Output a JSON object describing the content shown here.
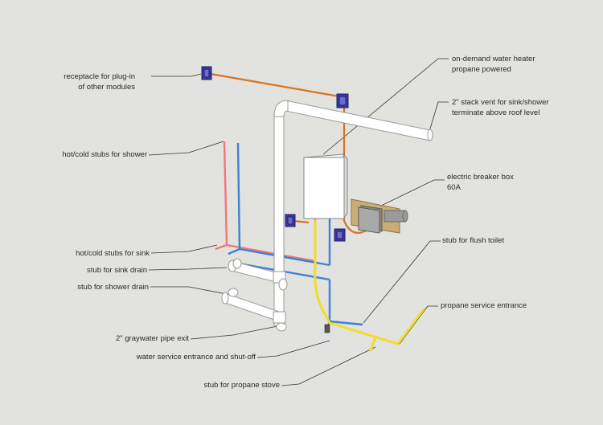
{
  "labels": {
    "receptacle": [
      "receptacle for plug-in",
      "of other modules"
    ],
    "water_heater": [
      "on-demand water heater",
      "propane powered"
    ],
    "stack_vent": [
      "2\" stack vent for sink/shower",
      "terminate above roof level"
    ],
    "shower_stubs": "hot/cold stubs for shower",
    "breaker_box": [
      "electric breaker box",
      "60A"
    ],
    "sink_stubs": "hot/cold stubs for sink",
    "toilet_stub": "stub for flush toilet",
    "sink_drain": "stub for sink drain",
    "shower_drain": "stub for shower drain",
    "propane_entrance": "propane service entrance",
    "graywater_exit": "2\" graywater pipe exit",
    "water_entrance": "water service entrance and shut-off",
    "propane_stove": "stub for propane stove"
  },
  "colors": {
    "background": "#e2e2df",
    "hot_water": "#f07878",
    "cold_water": "#3b82d6",
    "propane": "#f2dc2a",
    "electrical": "#d9731e",
    "drain_pipe": "#ffffff",
    "pipe_outline": "#9a9a9a",
    "electrical_box": "#3b3ba0",
    "leader_line": "#333333"
  }
}
